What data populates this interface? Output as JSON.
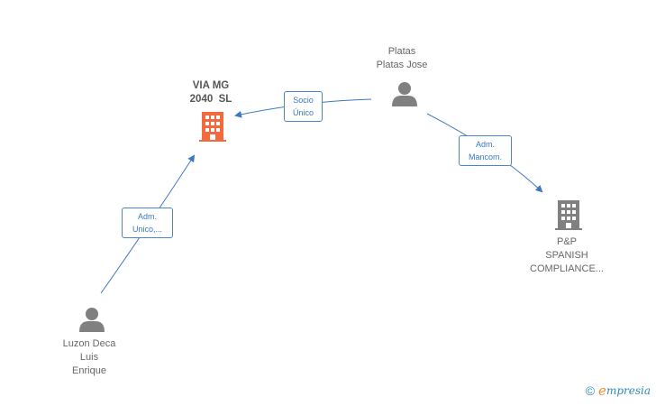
{
  "nodes": {
    "via_mg": {
      "line1": "VIA MG",
      "line2": "2040  SL",
      "type": "company",
      "color": "#f26a3d"
    },
    "platas": {
      "line1": "Platas",
      "line2": "Platas Jose",
      "type": "person",
      "color": "#808080"
    },
    "pp": {
      "line1": "P&P",
      "line2": "SPANISH",
      "line3": "COMPLIANCE...",
      "type": "company",
      "color": "#808080"
    },
    "luzon": {
      "line1": "Luzon Deca",
      "line2": "Luis",
      "line3": "Enrique",
      "type": "person",
      "color": "#808080"
    }
  },
  "edges": {
    "socio": {
      "line1": "Socio",
      "line2": "Único"
    },
    "adm_mancom": {
      "line1": "Adm.",
      "line2": "Mancom."
    },
    "adm_unico": {
      "line1": "Adm.",
      "line2": "Unico,..."
    }
  },
  "colors": {
    "edge": "#3b78c0",
    "edge_label_border": "#4a86c8"
  },
  "brand": {
    "copyright": "©",
    "e": "e",
    "rest": "mpresia"
  }
}
